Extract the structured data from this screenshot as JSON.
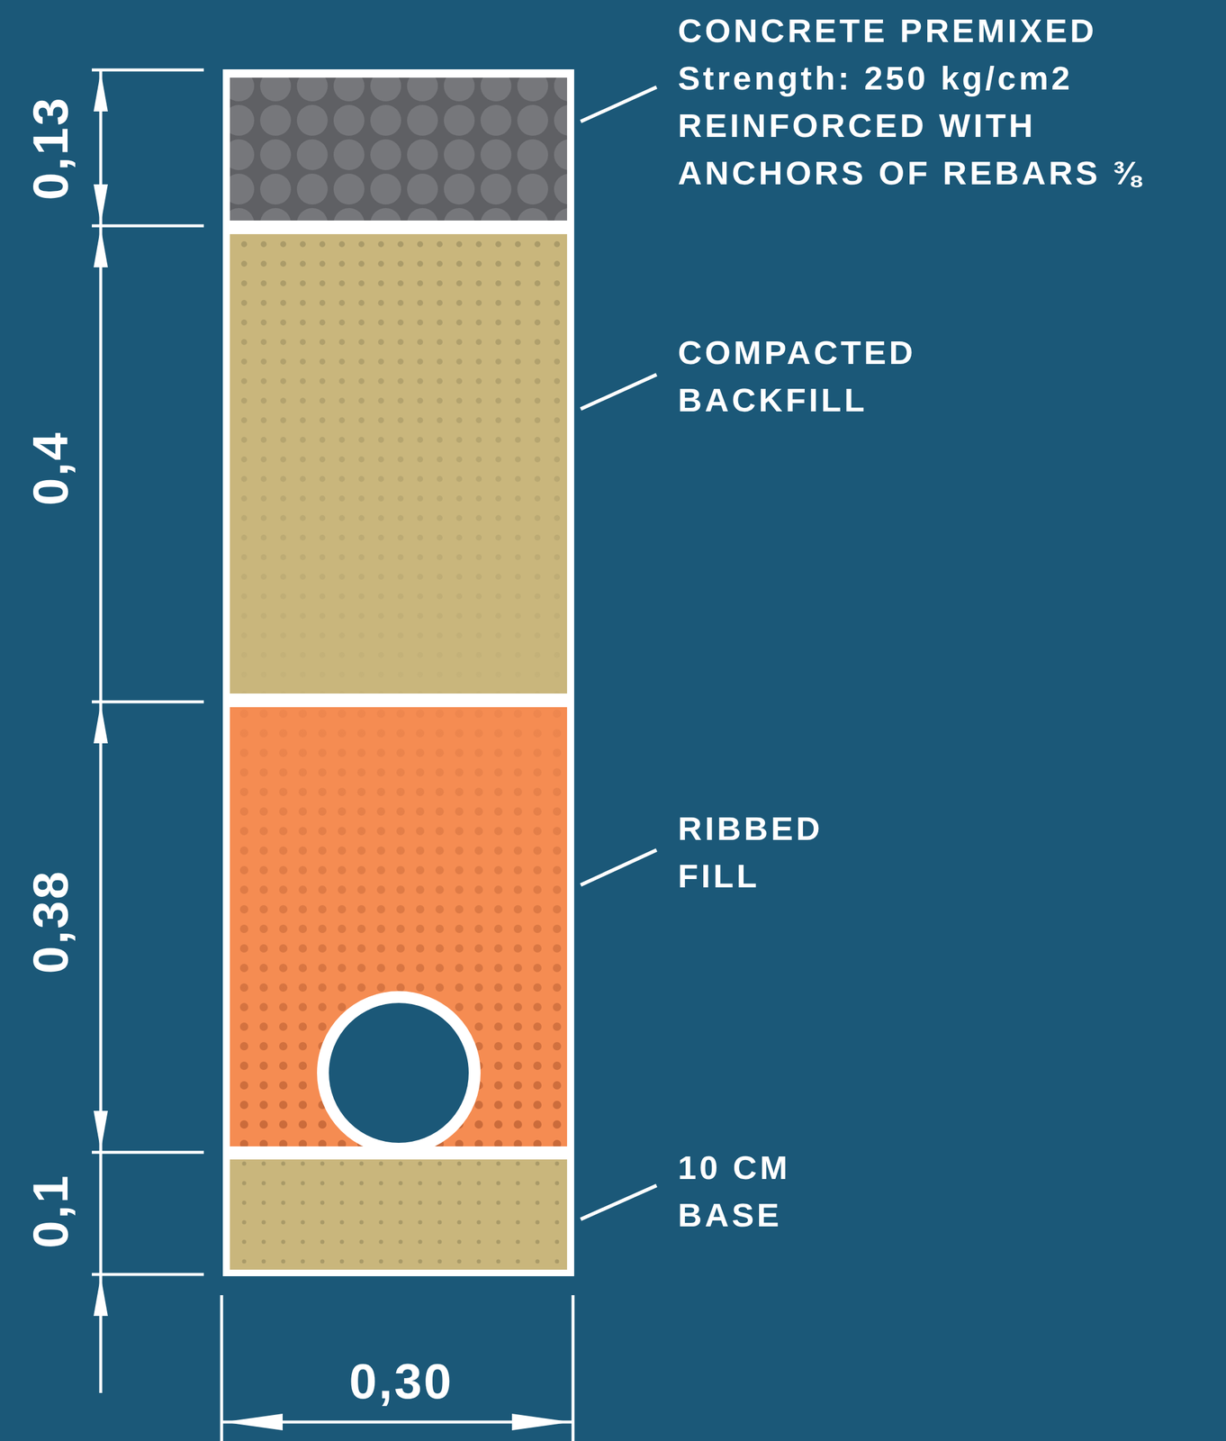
{
  "diagram": {
    "labels": [
      "CONCRETE PREMIXED Strength: 250 kg/cm2 REINFORCED WITH ANCHORS OF REBARS ⅜",
      "COMPACTED BACKFILL",
      "RIBBED FILL",
      "10 CM BASE",
      "0,13",
      "0,4",
      "0,38",
      "0,1",
      "0,30"
    ]
  }
}
